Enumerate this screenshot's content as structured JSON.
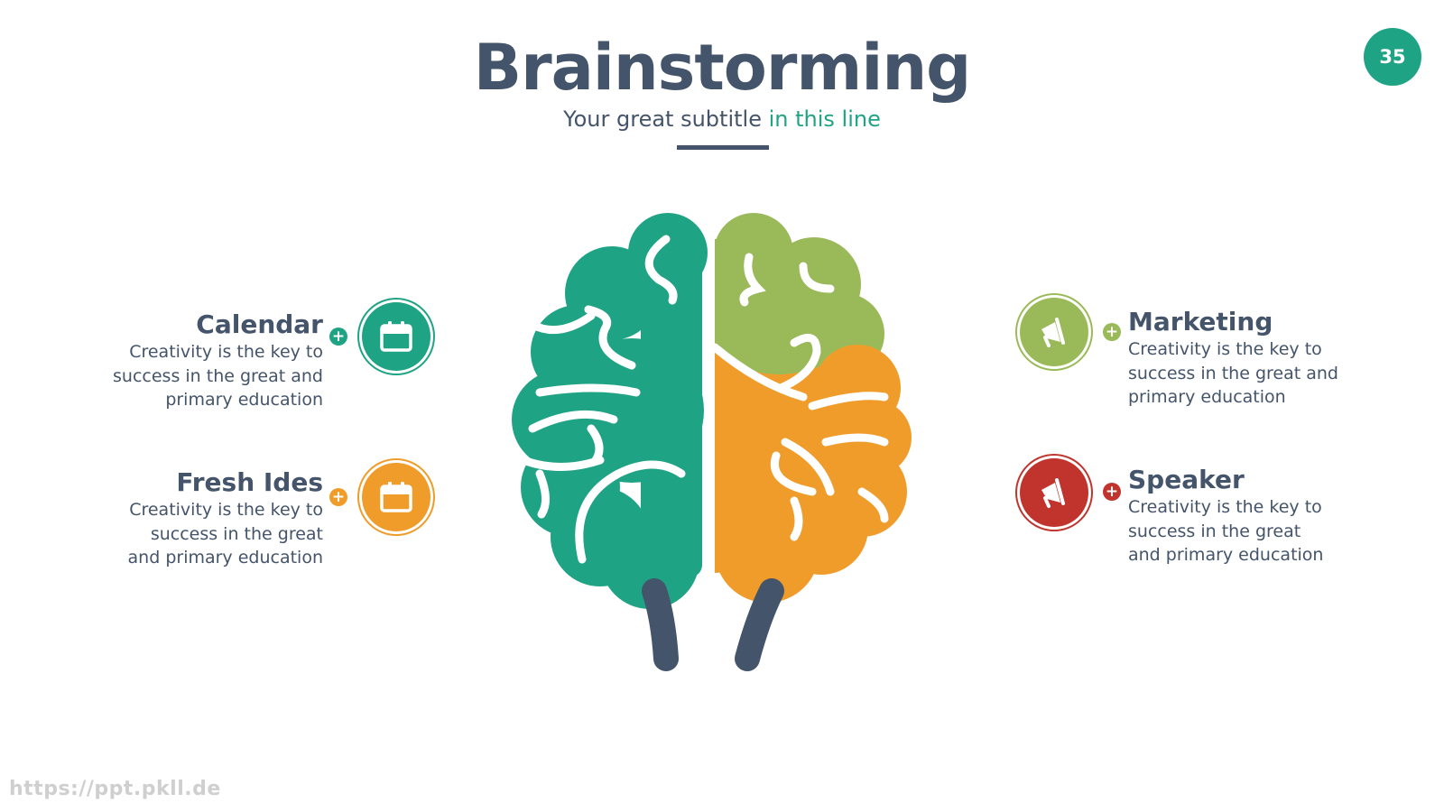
{
  "slide": {
    "page_number": "35",
    "title": "Brainstorming",
    "subtitle_main": "Your great subtitle",
    "subtitle_accent": "in this line",
    "watermark": "https://ppt.pkll.de"
  },
  "colors": {
    "teal": "#1fa385",
    "green": "#9aba5a",
    "orange": "#f09c2a",
    "red": "#c1342e",
    "navy": "#44546a"
  },
  "items": {
    "calendar": {
      "title": "Calendar",
      "lines": [
        "Creativity is the key to",
        "success in the great and",
        "primary education"
      ],
      "icon": "calendar-icon",
      "plus": "+"
    },
    "fresh_ides": {
      "title": "Fresh Ides",
      "lines": [
        "Creativity is the key to",
        "success in the great",
        "and primary education"
      ],
      "icon": "calendar-icon",
      "plus": "+"
    },
    "marketing": {
      "title": "Marketing",
      "lines": [
        "Creativity is the key to",
        "success in the great and",
        "primary education"
      ],
      "icon": "megaphone-icon",
      "plus": "+"
    },
    "speaker": {
      "title": "Speaker",
      "lines": [
        "Creativity is the key to",
        "success in the great",
        "and primary education"
      ],
      "icon": "megaphone-icon",
      "plus": "+"
    }
  }
}
